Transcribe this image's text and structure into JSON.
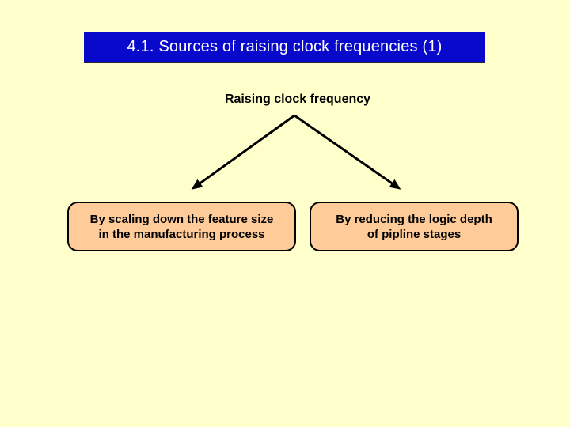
{
  "slide": {
    "title": "4.1. Sources of raising clock frequencies (1)",
    "diagram": {
      "root_label": "Raising clock frequency",
      "left_box": {
        "line1": "By scaling down the feature size",
        "line2": "in the manufacturing process"
      },
      "right_box": {
        "line1": "By reducing the logic depth",
        "line2": "of pipline stages"
      }
    },
    "colors": {
      "background": "#FFFFCC",
      "title_bg": "#0909CC",
      "title_text": "#FFFFFF",
      "title_shadow": "#2A2430",
      "box_fill": "#FFCC99",
      "box_border": "#000000",
      "arrow": "#000000",
      "text": "#000000"
    }
  }
}
